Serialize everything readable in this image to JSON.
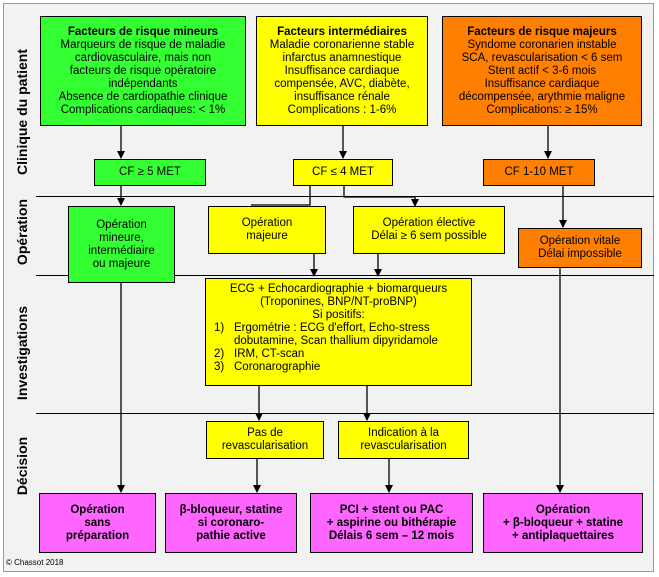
{
  "side_labels": {
    "clinique": "Clinique du patient",
    "operation": "Opération",
    "investigations": "Investigations",
    "decision": "Décision"
  },
  "risk_boxes": {
    "minor": {
      "title": "Facteurs de risque mineurs",
      "lines": [
        "Marqueurs de risque de maladie",
        "cardiovasculaire, mais non",
        "facteurs de risque opératoire",
        "indépendants",
        "Absence de cardiopathie clinique",
        "Complications cardiaques: < 1%"
      ]
    },
    "intermediate": {
      "title": "Facteurs intermédiaires",
      "lines": [
        "Maladie coronarienne stable",
        "infarctus anamnestique",
        "Insuffisance cardiaque",
        "compensée, AVC, diabète,",
        "insuffisance rénale",
        "Complications : 1-6%"
      ]
    },
    "major": {
      "title": "Facteurs de risque majeurs",
      "lines": [
        "Syndome coronarien instable",
        "SCA, revascularisation < 6 sem",
        "Stent actif < 3-6 mois",
        "Insuffisance cardiaque",
        "décompensée, arythmie maligne",
        "Complications: ≥ 15%"
      ]
    }
  },
  "cf_boxes": {
    "minor": "CF ≥ 5 MET",
    "intermediate": "CF ≤ 4 MET",
    "major": "CF 1-10 MET"
  },
  "operation_boxes": {
    "minor": [
      "Opération",
      "mineure,",
      "intermédiaire",
      "ou majeure"
    ],
    "major_op": [
      "Opération",
      "majeure"
    ],
    "elective": [
      "Opération élective",
      "Délai ≥ 6 sem possible"
    ],
    "vital": [
      "Opération vitale",
      "Délai impossible"
    ]
  },
  "investigations": {
    "line1": "ECG + Echocardiographie + biomarqueurs",
    "line2": "(Troponines, BNP/NT-proBNP)",
    "line3": "Si positifs:",
    "items": [
      {
        "num": "1)",
        "text": "Ergométrie : ECG d'effort, Echo-stress dobutamine, Scan thallium dipyridamole"
      },
      {
        "num": "2)",
        "text": "IRM, CT-scan"
      },
      {
        "num": "3)",
        "text": "Coronarographie"
      }
    ]
  },
  "decision_boxes": {
    "no_revasc": [
      "Pas de",
      "revascularisation"
    ],
    "revasc": [
      "Indication à la",
      "revascularisation"
    ]
  },
  "outcome_boxes": {
    "no_prep": [
      "Opération",
      "sans",
      "préparation"
    ],
    "beta": [
      "β-bloqueur, statine",
      "si coronaro-",
      "pathie active"
    ],
    "pci": [
      "PCI + stent ou PAC",
      "+ aspirine ou bithérapie",
      "Délais 6 sem – 12 mois"
    ],
    "operation_plus": [
      "Opération",
      "+ β-bloqueur + statine",
      "+ antiplaquettaires"
    ]
  },
  "copyright": "© Chassot 2018",
  "colors": {
    "green": "#33ff33",
    "yellow": "#ffff00",
    "orange": "#ff8000",
    "pink": "#ff66ff",
    "background": "#f2f2f2"
  }
}
